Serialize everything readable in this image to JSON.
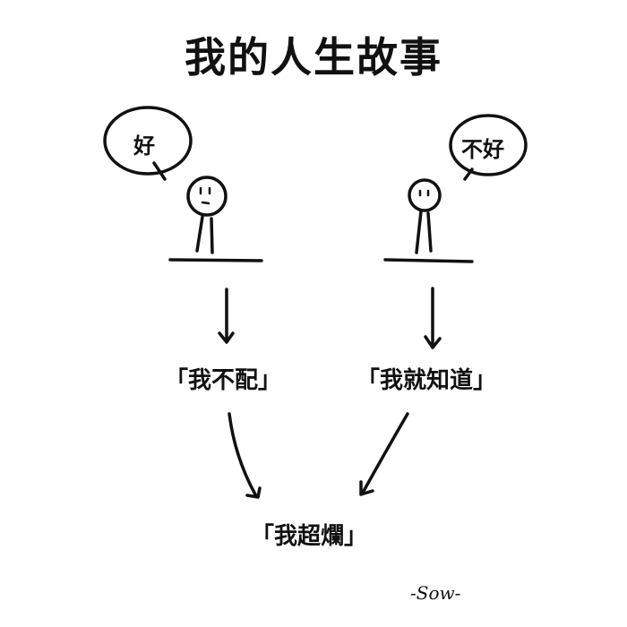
{
  "title": "我的人生故事",
  "left": {
    "speech": "好",
    "outcome": "「我不配」"
  },
  "right": {
    "speech": "不好",
    "outcome": "「我就知道」"
  },
  "conclusion": "「我超爛」",
  "signature": "-Sow-",
  "colors": {
    "ink": "#111111",
    "background": "#ffffff"
  }
}
